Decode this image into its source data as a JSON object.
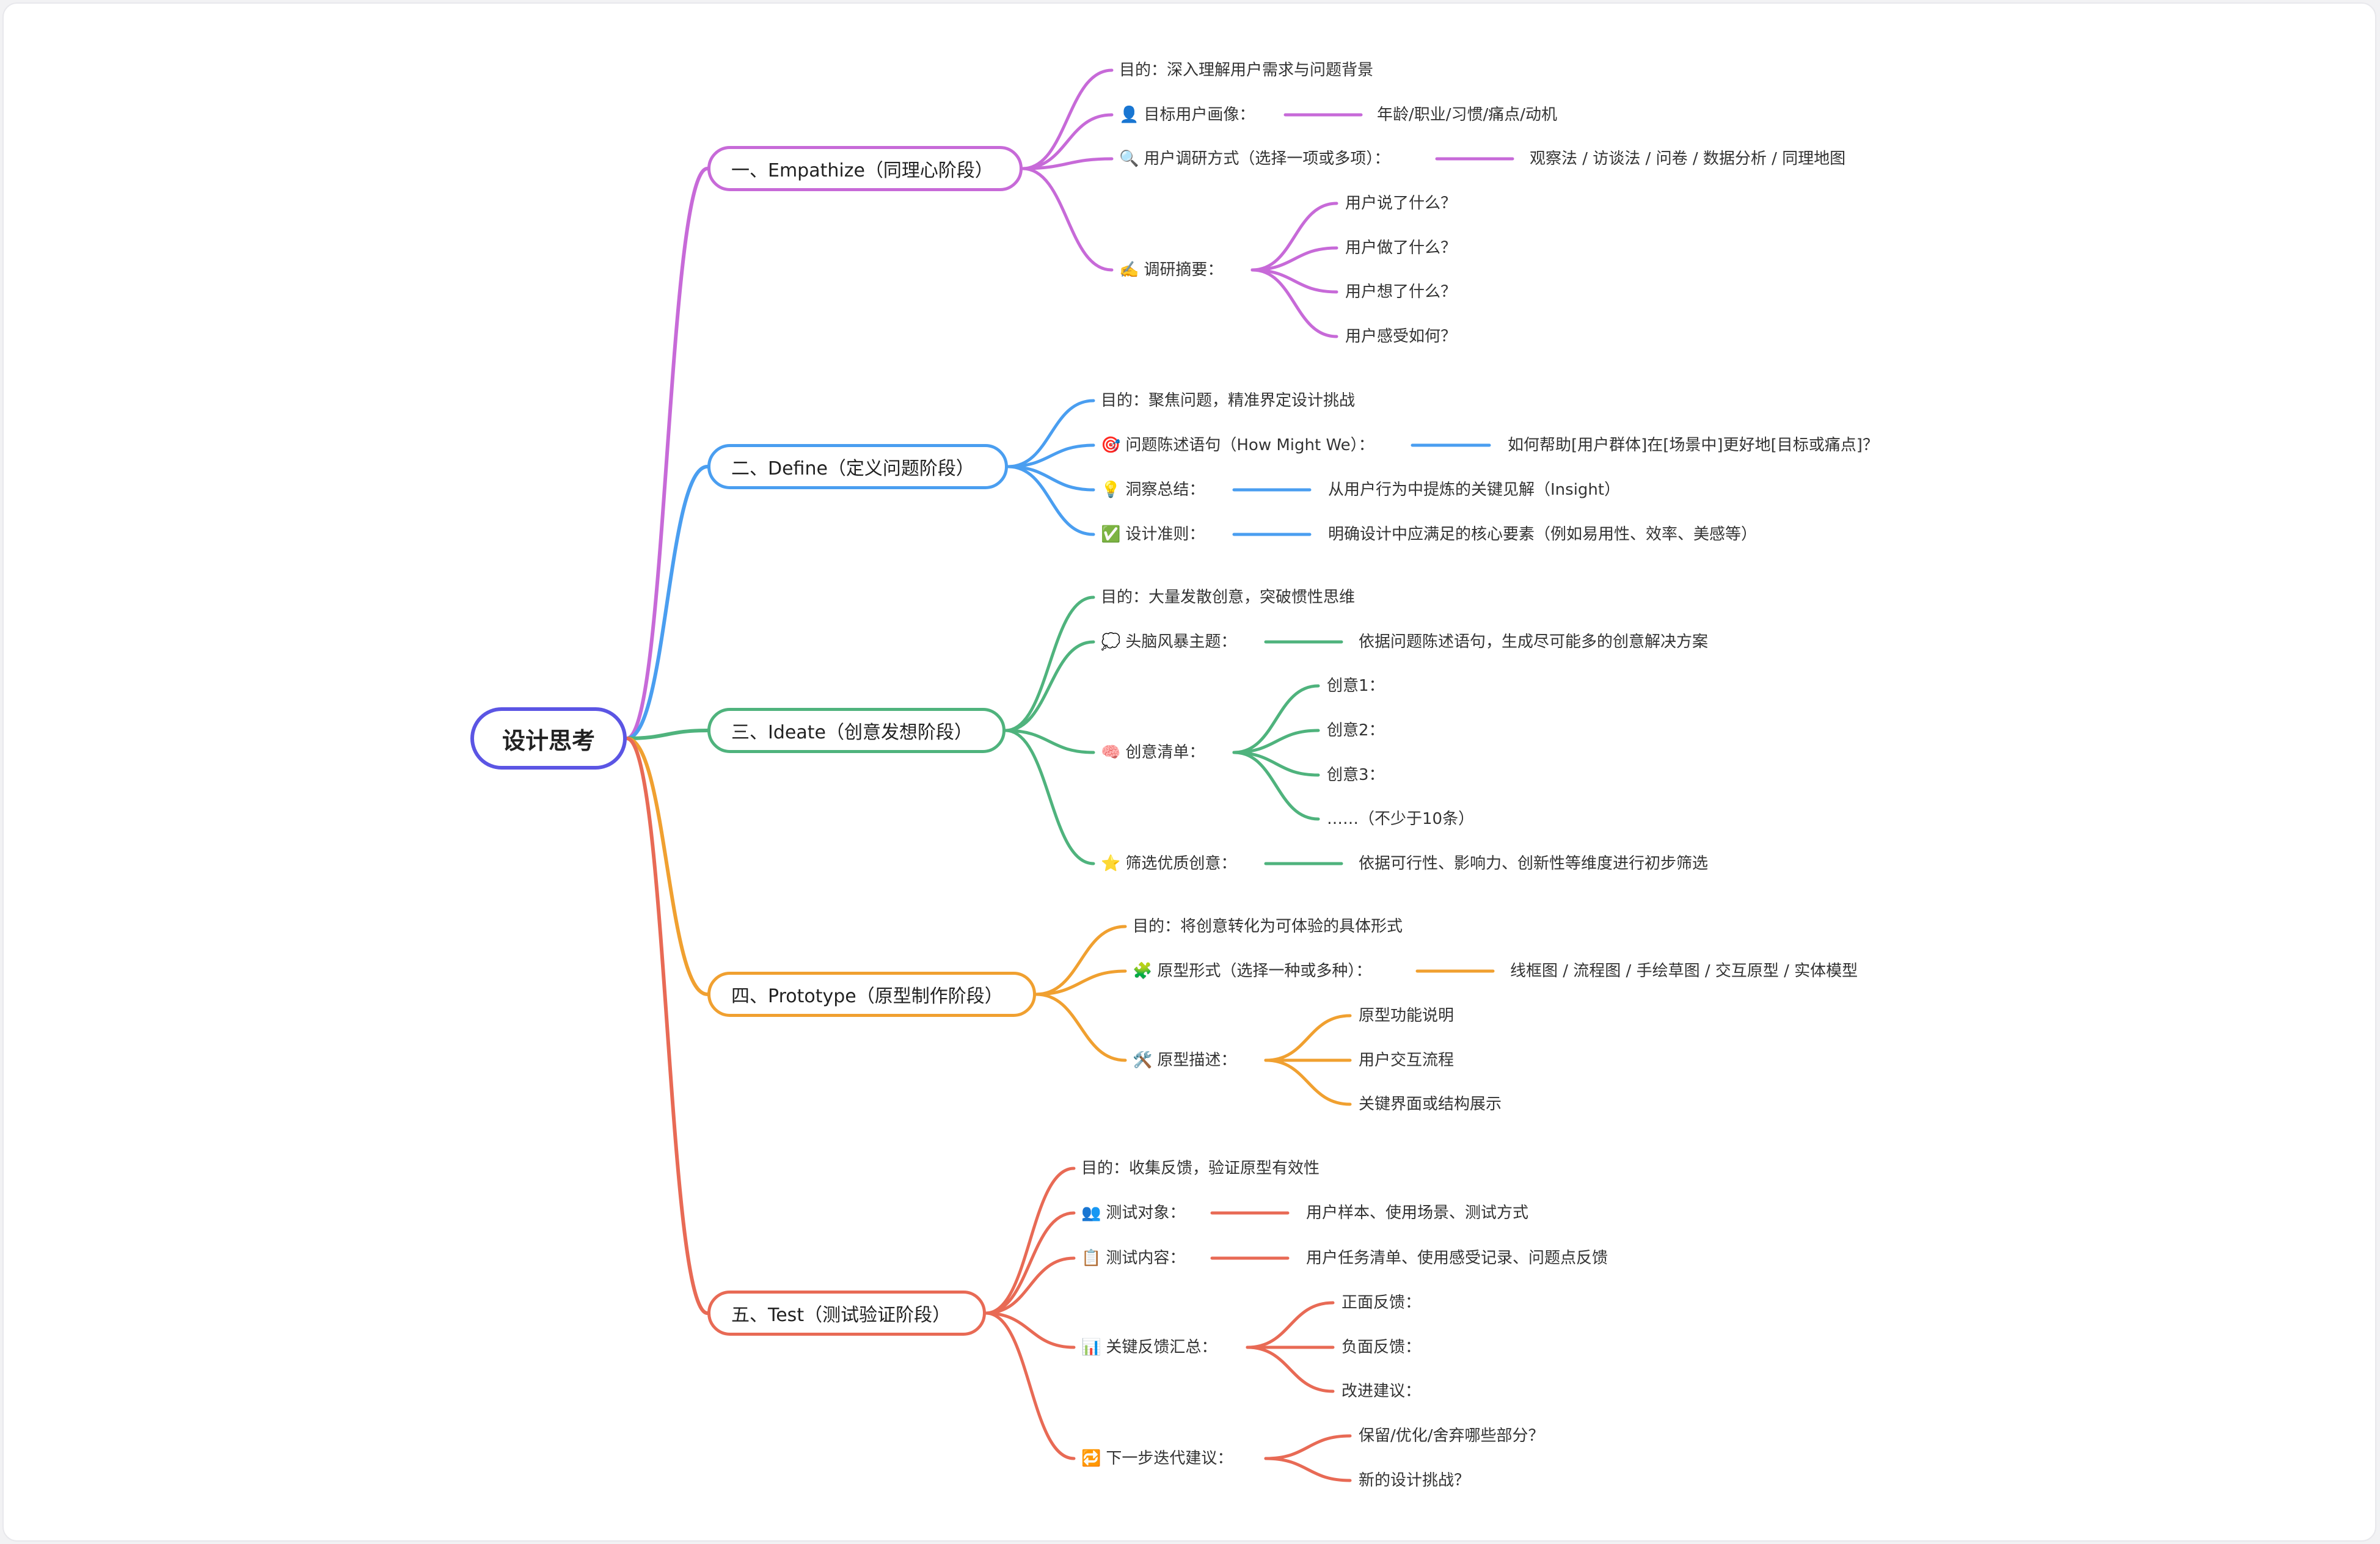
{
  "root": {
    "label": "设计思考"
  },
  "colors": {
    "root": "#5b55e4",
    "empathize": "#c76ad8",
    "define": "#4a9ef0",
    "ideate": "#4fb37d",
    "prototype": "#f0a030",
    "test": "#e86a55"
  },
  "branches": {
    "empathize": {
      "label": "一、Empathize（同理心阶段）",
      "purpose": "目的：深入理解用户需求与问题背景",
      "persona": {
        "icon": "user-icon",
        "label": "目标用户画像：",
        "value": "年龄/职业/习惯/痛点/动机"
      },
      "research": {
        "icon": "magnifier-icon",
        "label": "用户调研方式（选择一项或多项）：",
        "value": "观察法 / 访谈法 / 问卷 / 数据分析 / 同理地图"
      },
      "summary": {
        "icon": "writing-hand-icon",
        "label": "调研摘要：",
        "items": [
          "用户说了什么？",
          "用户做了什么？",
          "用户想了什么？",
          "用户感受如何？"
        ]
      }
    },
    "define": {
      "label": "二、Define（定义问题阶段）",
      "purpose": "目的：聚焦问题，精准界定设计挑战",
      "hmw": {
        "icon": "target-icon",
        "label": "问题陈述语句（How Might We）：",
        "value": "如何帮助[用户群体]在[场景中]更好地[目标或痛点]？"
      },
      "insight": {
        "icon": "lightbulb-icon",
        "label": "洞察总结：",
        "value": "从用户行为中提炼的关键见解（Insight）"
      },
      "principles": {
        "icon": "check-icon",
        "label": "设计准则：",
        "value": "明确设计中应满足的核心要素（例如易用性、效率、美感等）"
      }
    },
    "ideate": {
      "label": "三、Ideate（创意发想阶段）",
      "purpose": "目的：大量发散创意，突破惯性思维",
      "brainstorm": {
        "icon": "speech-bubble-icon",
        "label": "头脑风暴主题：",
        "value": "依据问题陈述语句，生成尽可能多的创意解决方案"
      },
      "ideas": {
        "icon": "brain-icon",
        "label": "创意清单：",
        "items": [
          "创意1：",
          "创意2：",
          "创意3：",
          "……（不少于10条）"
        ]
      },
      "filter": {
        "icon": "star-icon",
        "label": "筛选优质创意：",
        "value": "依据可行性、影响力、创新性等维度进行初步筛选"
      }
    },
    "prototype": {
      "label": "四、Prototype（原型制作阶段）",
      "purpose": "目的：将创意转化为可体验的具体形式",
      "form": {
        "icon": "puzzle-icon",
        "label": "原型形式（选择一种或多种）：",
        "value": "线框图 / 流程图 / 手绘草图 / 交互原型 / 实体模型"
      },
      "desc": {
        "icon": "tools-icon",
        "label": "原型描述：",
        "items": [
          "原型功能说明",
          "用户交互流程",
          "关键界面或结构展示"
        ]
      }
    },
    "test": {
      "label": "五、Test（测试验证阶段）",
      "purpose": "目的：收集反馈，验证原型有效性",
      "subjects": {
        "icon": "users-icon",
        "label": "测试对象：",
        "value": "用户样本、使用场景、测试方式"
      },
      "content": {
        "icon": "clipboard-icon",
        "label": "测试内容：",
        "value": "用户任务清单、使用感受记录、问题点反馈"
      },
      "feedback": {
        "icon": "bar-chart-icon",
        "label": "关键反馈汇总：",
        "items": [
          "正面反馈：",
          "负面反馈：",
          "改进建议："
        ]
      },
      "next": {
        "icon": "repeat-icon",
        "label": "下一步迭代建议：",
        "items": [
          "保留/优化/舍弃哪些部分？",
          "新的设计挑战？"
        ]
      }
    }
  }
}
